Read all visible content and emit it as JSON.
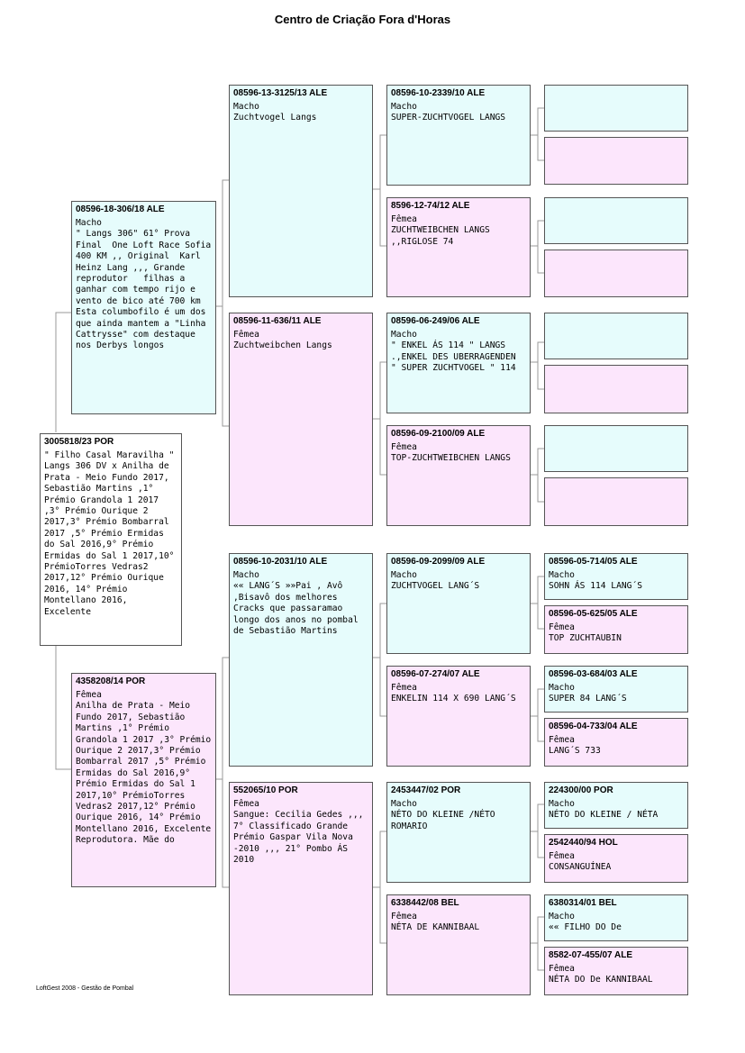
{
  "title": "Centro de Criação Fora d'Horas",
  "footer": "LoftGest 2008 - Gestão de Pombal",
  "subject": {
    "ring": "3005818/23 POR",
    "desc": "\" Filho Casal Maravilha \" Langs 306 DV x Anilha de Prata - Meio Fundo 2017, Sebastião Martins ,1° Prémio Grandola 1 2017 ,3° Prémio Ourique 2 2017,3° Prémio Bombarral 2017 ,5° Prémio Ermidas do Sal 2016,9° Prémio Ermidas do Sal 1 2017,10° PrémioTorres Vedras2 2017,12° Prémio Ourique 2016, 14° Prémio Montellano 2016, Excelente"
  },
  "sire": {
    "ring": "08596-18-306/18 ALE",
    "sex": "Macho",
    "desc": "\" Langs 306\" 61° Prova Final  One Loft Race Sofia 400 KM ,, Original  Karl Heinz Lang ,,, Grande reprodutor   filhas a ganhar com tempo rijo e vento de bico até 700 km Esta columbofilo é um dos que ainda mantem a \"Linha Cattrysse\" com destaque nos Derbys longos"
  },
  "dam": {
    "ring": "4358208/14 POR",
    "sex": "Fêmea",
    "desc": "Anilha de Prata - Meio Fundo 2017, Sebastião Martins ,1° Prémio Grandola 1 2017 ,3° Prémio Ourique 2 2017,3° Prémio Bombarral 2017 ,5° Prémio Ermidas do Sal 2016,9° Prémio Ermidas do Sal 1 2017,10° PrémioTorres Vedras2 2017,12° Prémio Ourique 2016, 14° Prémio Montellano 2016, Excelente Reprodutora. Mãe do"
  },
  "gen2": {
    "ss": {
      "ring": "08596-13-3125/13 ALE",
      "sex": "Macho",
      "desc": "Zuchtvogel Langs"
    },
    "sd": {
      "ring": "08596-11-636/11 ALE",
      "sex": "Fêmea",
      "desc": "Zuchtweibchen Langs"
    },
    "ds": {
      "ring": "08596-10-2031/10 ALE",
      "sex": "Macho",
      "desc": "«« LANG´S »»Pai , Avô ,Bisavô dos melhores Cracks que passaramao longo dos anos no pombal de Sebastião Martins"
    },
    "dd": {
      "ring": "552065/10 POR",
      "sex": "Fêmea",
      "desc": "Sangue: Cecilia Gedes ,,, 7° Classificado Grande  Prémio Gaspar Vila Nova -2010 ,,, 21° Pombo ÁS 2010"
    }
  },
  "gen3": {
    "sss": {
      "ring": "08596-10-2339/10 ALE",
      "sex": "Macho",
      "desc": "SUPER-ZUCHTVOGEL LANGS"
    },
    "ssd": {
      "ring": "8596-12-74/12 ALE",
      "sex": "Fêmea",
      "desc": "ZUCHTWEIBCHEN LANGS ,,RIGLOSE 74"
    },
    "sds": {
      "ring": "08596-06-249/06 ALE",
      "sex": "Macho",
      "desc": "\" ENKEL ÁS 114 \" LANGS .,ENKEL DES UBERRAGENDEN \" SUPER ZUCHTVOGEL \" 114"
    },
    "sdd": {
      "ring": "08596-09-2100/09 ALE",
      "sex": "Fêmea",
      "desc": "TOP-ZUCHTWEIBCHEN LANGS"
    },
    "dss": {
      "ring": "08596-09-2099/09 ALE",
      "sex": "Macho",
      "desc": "ZUCHTVOGEL LANG´S"
    },
    "dsd": {
      "ring": "08596-07-274/07 ALE",
      "sex": "Fêmea",
      "desc": "ENKELIN 114 X 690 LANG´S"
    },
    "dds": {
      "ring": "2453447/02 POR",
      "sex": "Macho",
      "desc": "NÉTO DO KLEINE /NÉTO ROMARIO"
    },
    "ddd": {
      "ring": "6338442/08 BEL",
      "sex": "Fêmea",
      "desc": "NÉTA DE KANNIBAAL"
    }
  },
  "gen4": {
    "dsss": {
      "ring": "08596-05-714/05 ALE",
      "sex": "Macho",
      "desc": "SOHN ÁS 114 LANG´S"
    },
    "dssd": {
      "ring": "08596-05-625/05 ALE",
      "sex": "Fêmea",
      "desc": "TOP ZUCHTAUBIN"
    },
    "dsds": {
      "ring": "08596-03-684/03 ALE",
      "sex": "Macho",
      "desc": "SUPER 84 LANG´S"
    },
    "dsdd": {
      "ring": "08596-04-733/04 ALE",
      "sex": "Fêmea",
      "desc": "LANG´S 733"
    },
    "ddss": {
      "ring": "224300/00 POR",
      "sex": "Macho",
      "desc": "NÉTO DO KLEINE / NÉTA"
    },
    "ddsd": {
      "ring": "2542440/94 HOL",
      "sex": "Fêmea",
      "desc": "CONSANGUÍNEA"
    },
    "ddds": {
      "ring": "6380314/01 BEL",
      "sex": "Macho",
      "desc": "«« FILHO DO De"
    },
    "dddd": {
      "ring": "8582-07-455/07 ALE",
      "sex": "Fêmea",
      "desc": "NÉTA DO De KANNIBAAL"
    }
  }
}
